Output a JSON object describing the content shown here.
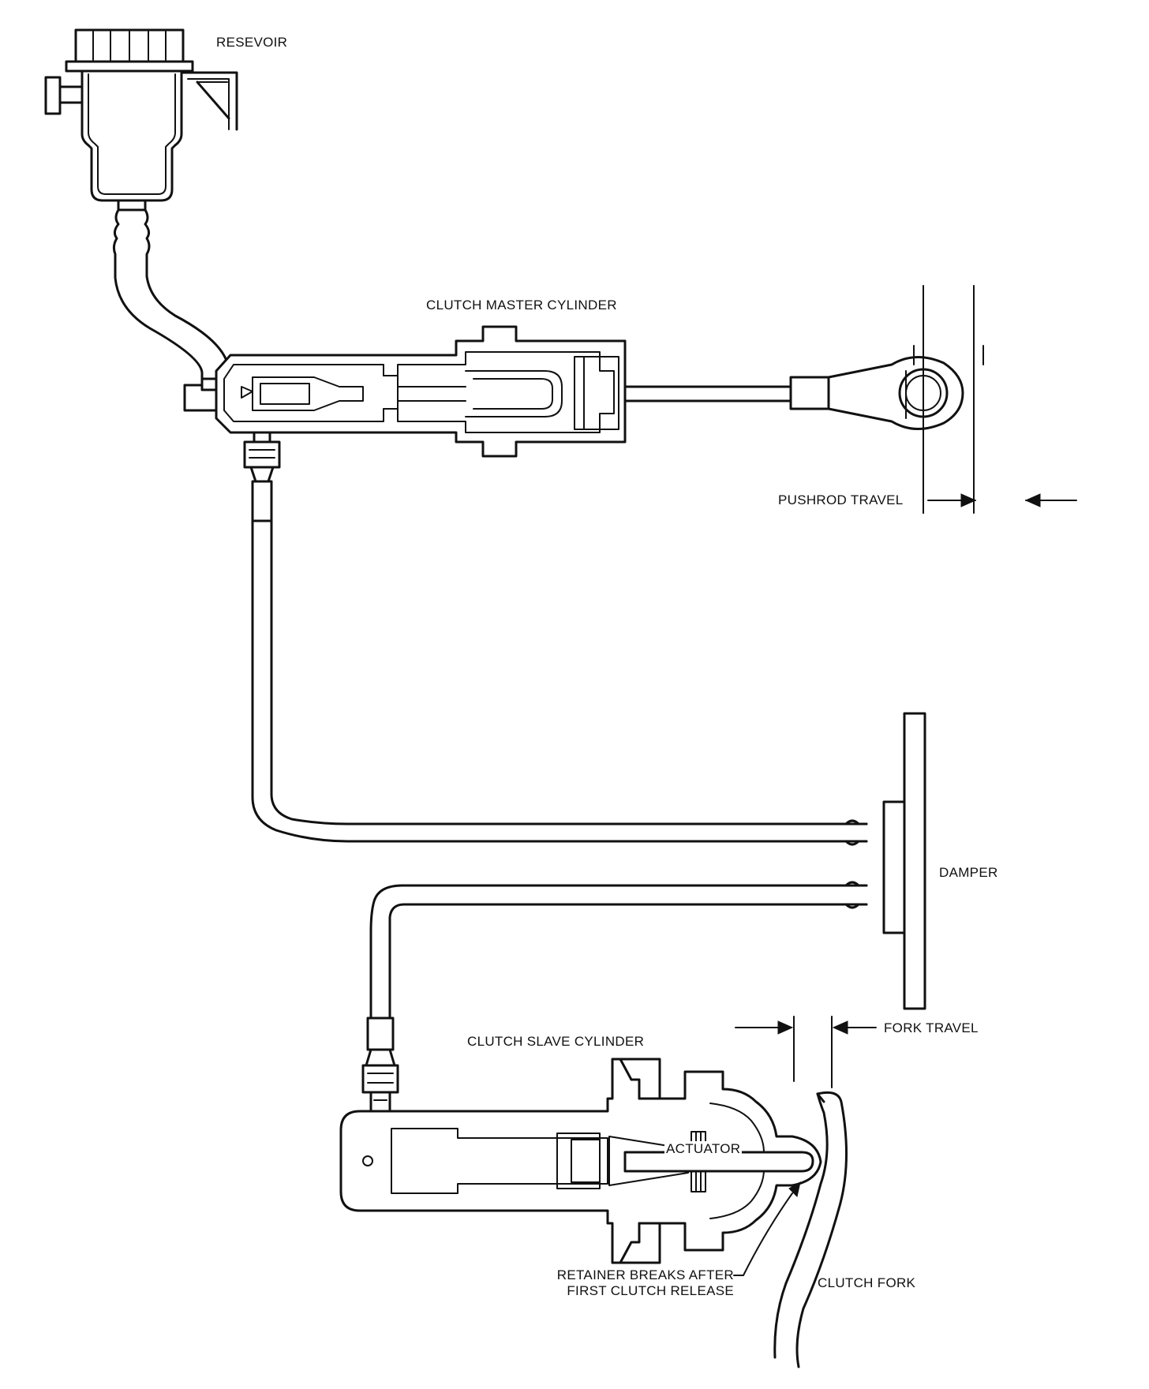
{
  "labels": {
    "reservoir": "RESEVOIR",
    "master_cylinder": "CLUTCH MASTER CYLINDER",
    "pushrod_travel": "PUSHROD TRAVEL",
    "damper": "DAMPER",
    "fork_travel": "FORK TRAVEL",
    "slave_cylinder": "CLUTCH SLAVE CYLINDER",
    "actuator": "ACTUATOR",
    "retainer_line1": "RETAINER BREAKS AFTER",
    "retainer_line2": "FIRST CLUTCH RELEASE",
    "clutch_fork": "CLUTCH FORK"
  }
}
